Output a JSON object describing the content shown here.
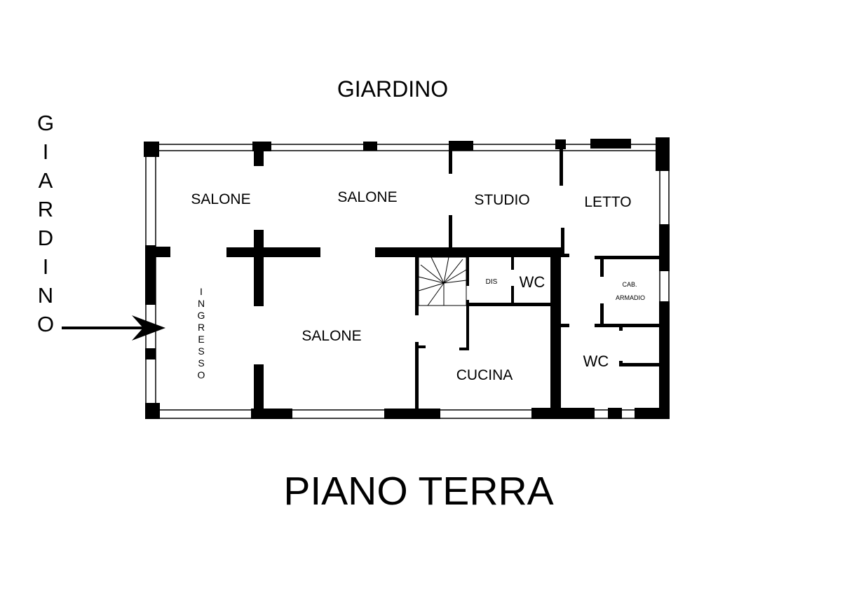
{
  "title": "PIANO TERRA",
  "outside": {
    "top": "GIARDINO",
    "left": "GIARDINO"
  },
  "rooms": {
    "salone_1": "SALONE",
    "salone_2": "SALONE",
    "salone_3": "SALONE",
    "studio": "STUDIO",
    "letto": "LETTO",
    "ingresso": "INGRESSO",
    "dis": "DIS",
    "wc_1": "WC",
    "wc_2": "WC",
    "cab": "CAB.",
    "armadio": "ARMADIO",
    "cucina": "CUCINA"
  },
  "colors": {
    "walls": "#000000",
    "background": "#ffffff"
  }
}
